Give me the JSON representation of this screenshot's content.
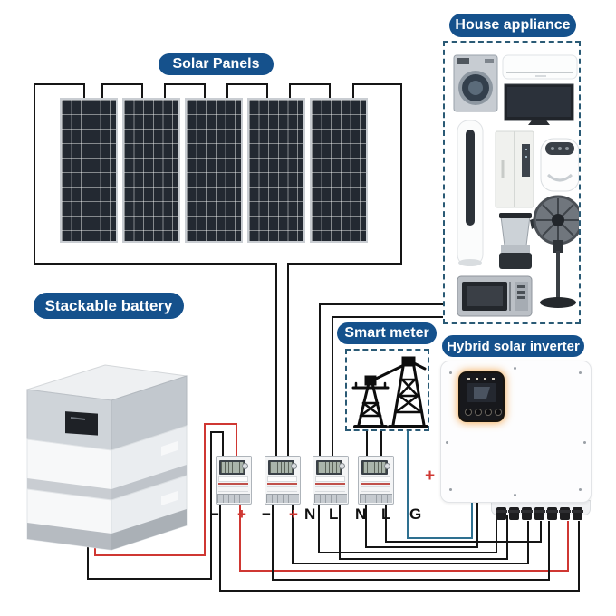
{
  "diagram": {
    "labels": {
      "solar_panels": "Solar Panels",
      "house_appliance": "House appliance",
      "stackable_battery": "Stackable battery",
      "smart_meter": "Smart meter",
      "hybrid_inverter": "Hybrid solar inverter"
    },
    "terminals": [
      {
        "label": "−",
        "color": "black"
      },
      {
        "label": "+",
        "color": "red"
      },
      {
        "label": "−",
        "color": "black"
      },
      {
        "label": "+",
        "color": "red"
      },
      {
        "label": "N",
        "color": "black"
      },
      {
        "label": "L",
        "color": "black"
      },
      {
        "label": "N",
        "color": "black"
      },
      {
        "label": "L",
        "color": "black"
      },
      {
        "label": "G",
        "color": "black"
      }
    ],
    "inverter_side_label": "+",
    "counts": {
      "solar_panels": 5,
      "energy_meters": 4,
      "battery_modules": 3,
      "inverter_ports": 7
    },
    "appliances": [
      "washing-machine",
      "air-conditioner",
      "tv",
      "tower-ac",
      "refrigerator",
      "air-fryer",
      "coffee-maker",
      "stand-fan",
      "microwave"
    ],
    "colors": {
      "label_pill": "#15518c",
      "wire_black": "#151515",
      "wire_red": "#cf3732",
      "wire_ground": "#2e7090",
      "dashed_border": "#2a5a75",
      "inverter_display_glow": "#f2a24b"
    }
  }
}
